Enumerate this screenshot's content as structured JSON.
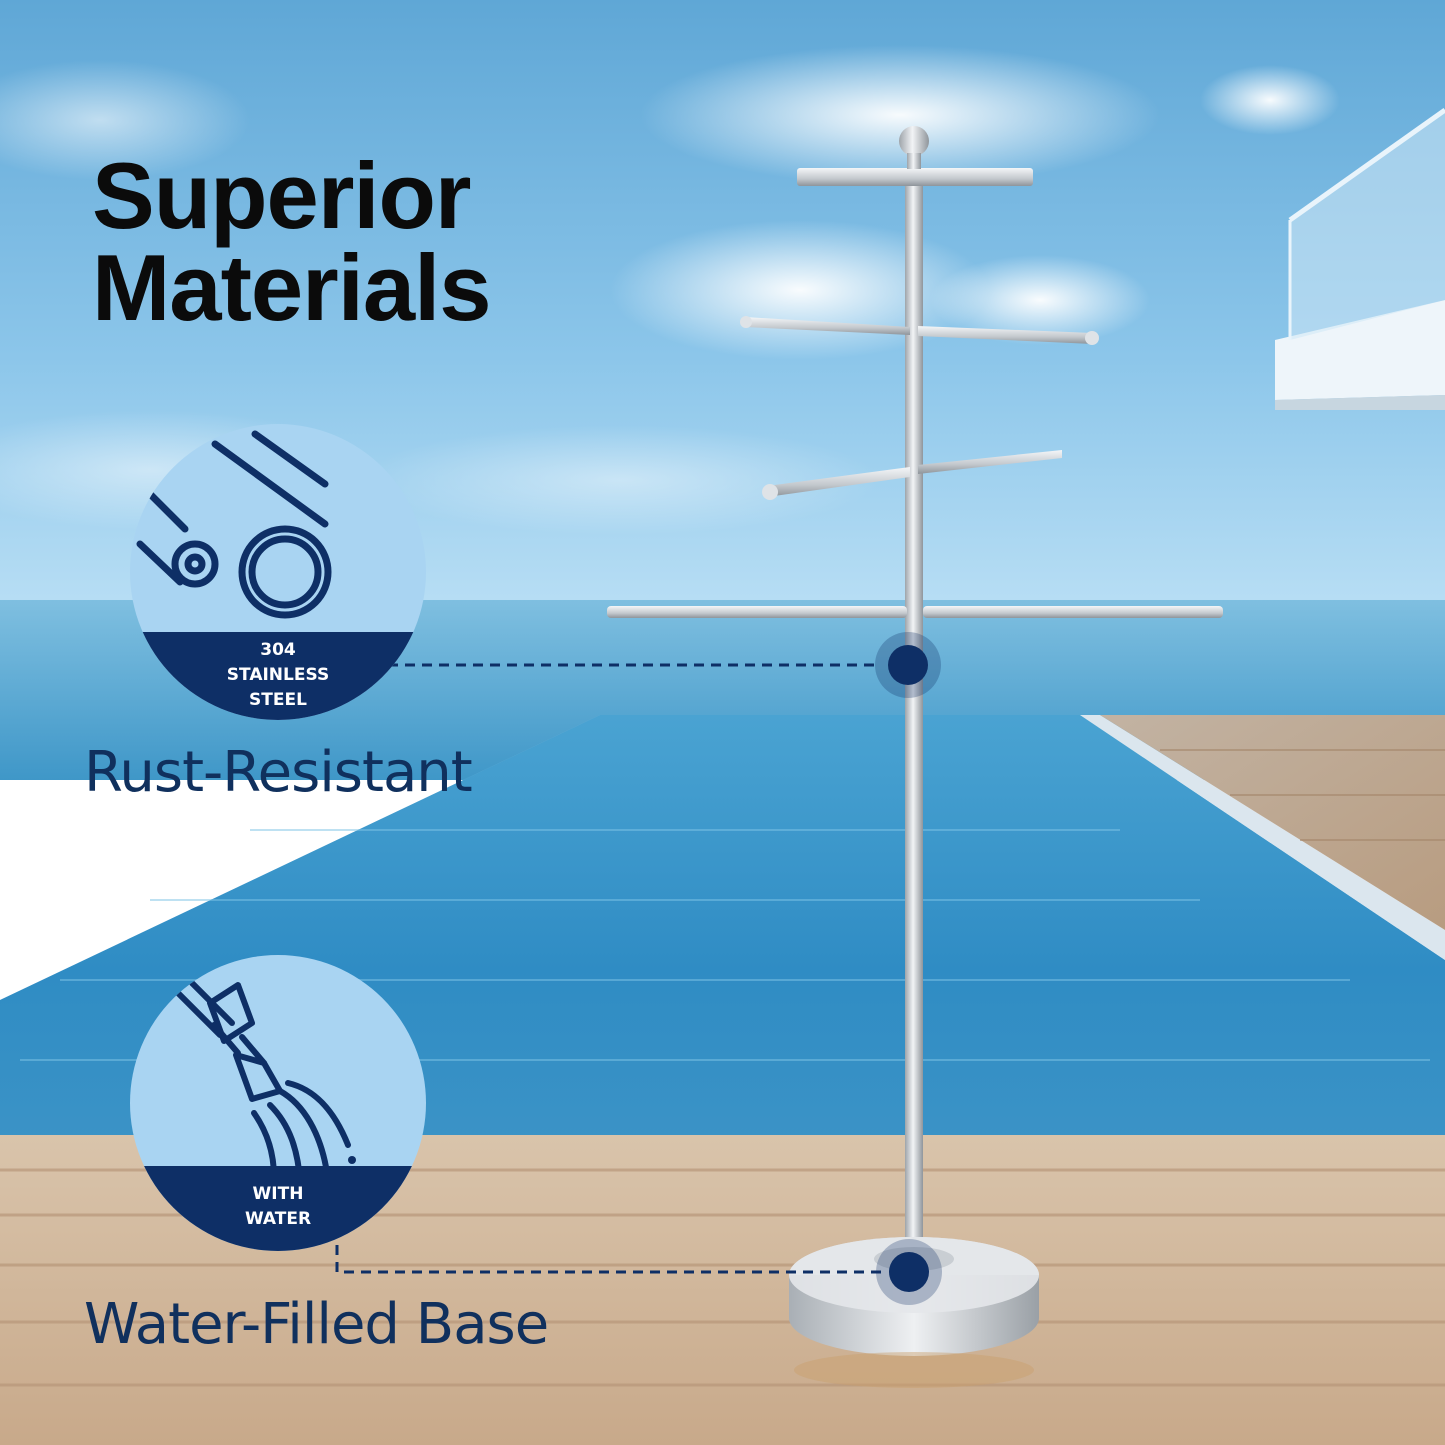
{
  "headline": {
    "line1": "Superior",
    "line2": "Materials"
  },
  "features": [
    {
      "badge_line1": "304",
      "badge_line2": "STAINLESS",
      "badge_line3": "STEEL",
      "label": "Rust-Resistant",
      "icon": "steel-tube-icon"
    },
    {
      "badge_line1": "WITH",
      "badge_line2": "WATER",
      "label": "Water-Filled Base",
      "icon": "water-hose-icon"
    }
  ],
  "colors": {
    "navy": "#0e2f66",
    "badge_fill": "#a9d4f2",
    "label_text": "#10305d"
  }
}
